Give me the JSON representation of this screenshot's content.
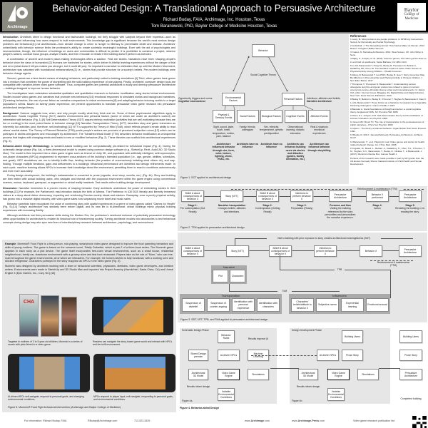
{
  "header": {
    "title": "Behavior-aided Design: A Translational Approach to Persuasive Architecture",
    "author1": "Richard Buday, FAIA, Archimage, Inc.  Houston, Texas",
    "author2": "Tom Baranowski, PhD, Baylor College of Medicine  Houston, Texas",
    "logo_left": "Archimage",
    "logo_right": [
      "Baylor",
      "College of",
      "Medicine"
    ]
  },
  "intro": {
    "heading": "Introduction",
    "text": ": Architects strive to design functional and fashionable buildings, but they struggle with subjects beyond their expertise—such as anticipating and influencing how users respond to built environments. This knowledge gap is significant because the world's most serious design problems are behavioral,[1] not architectural—from climate change to crime to hunger to illiteracy to preventable death and disease. Architects' unfamiliarity with behavior science limits the profession's ability to create societally meaningful buildings. Even with the aid of psychologists and neuroscientists, though, the influence of buildings on users and communities is difficult to predict. It is prohibitive to construct a project, observe people's actions, conduct focus groups, analyze results, and then renovate or rebuild if the building doesn't perform as intended.",
    "p2": "A combination of ancient and modern place-making technologies offers a solution. First are stories. Narratives have been shaping people's behavior since the dawn of humankind.[2] Humans are hardwired for stories, which deliver hi-fidelity learning experiences without the danger of trial and error (what doesn't kill you makes you stronger, but it could kill you). So important is narrative to civilization that, up until the Modern Movement, architecture was saturated with foundational metanarratives,[3] i.e., stories that provide structure for a society's beliefs. Pre-modern buildings were behavior change agents.",
    "p3": "Second, games are a time-tested means of shaping behaviors, and particularly suited to training simulations.[4] Third, video games have grown into a medium that combines the power of storytelling with the skill-building experience of role-playing. Finally, architects' computer design tools are compatible with narrative-driven video game software. Thus, computer games are potential sandboxes to study and develop persuasive architecture—buildings designed to improve human behavior.",
    "p4": "The investigators have undertaken substantial qualitative and quantitative research on behavior modification using storied virtual environments. Studies include video games and narratives that promote new behaviors,[5,6] emotional responses to simulated worlds and background narratives,[7] training behaviors, the use of prose fiction as narrative companions to virtual environments,[8] and adapting behavior-inducing worlds to a target population's needs. Based on twenty years' experience, we present opportunities to translate persuasive video game research into persuasive architectural design theory."
  },
  "background": {
    "heading": "Background",
    "text": ": Science suggests how, when, and why people modify what they think and do. Some of these psychosocial algorithms apply to architecture. Social Cognitive Theory (SCT) asserts environments and personal factors (some of which are under an architect's control) are interrelated with behavior (Fig. 1).[9] Self Determination Theory (SDT) argues intrinsic motivation (activities that are self-motivating because they are fun or exciting) is the most potent factor in behavior change.[10] Narrative Transportation Theory (NTT) describes story and game immersion as inherently fun activities (and, therefore, self-motivating).[11] NTT is supported by Theory of Mind (ToM), which reflects people's innate ability to read others' mental states. The Theory of Planned Behavior (TPB) posits people's actions are products of perceived subjective norms,[12] which can be portrayed in stories and games and encouraged by architecture. The Transtheoretical Model (TTM) describes behavior modification as a sequential process that begins with changing minds and leads to new or modified behaviors (Fig. 2). These theories can scaffold into architectural experiences (Fig. 3)."
  },
  "method": {
    "heading": "Behavior-aided Design Methodology",
    "text": ": A narrative-based building can be computationally pre-tested for behavioral impact (Fig. 4). During the schematic design phase (Fig. 4a), a three-dimensional model is created using common design software (e.g., SketchUp, Revit, AutoCAD, 3D Studio Max). The model is then imported into a video game engine such as Unreal or Unity 3D, and populated with artificially intelligent, anthropomorphic, non-player characters (NPCs) programmed to represent cross-sections of the building's intended population (i.e., age, gender, abilities, schedules, and goals). NPC simulations are run to identify traffic flow, herding behavior (the practice of unconsciously imitating what others do), and way-finding. Through multiple iterations, gaps and deficiencies in a building's behavioral performance are identified and design refinements made. In each cycle, machine learning allows NPCs to increase their knowledge about the environment, permitting them to react to conditions autonomously and ever more accurately.",
    "p2": "During design development, the building's metanarrative is converted to prose (vignette, short story, novella, etc.) (Fig. 4b). Story and building are then tested with actual building users, who navigate and interact with the proposed environment within the game engine using conventional screens, mouse, keyboard, gamepad, or augmented or virtual reality headsets. Test results refine building design development."
  },
  "discussion": {
    "heading": "Discussion",
    "text": ": Narrative immersion is a proven means of shaping behavior. Early architects understood the power of embedding stories in their buildings.[13] For example, the Parthenon's east elevation depicts the birth of Athena. The Parthenon in 430 BCE literally and literarily immersed visitors in a story about divine democracy, imparting and reinforcing Grecian society ideals and wisdom. Gameplay, once a purely physical activity, has grown into a massive digital industry, with video game sales now surpassing movie ticket and music sales.",
    "p2": "Behavior scientists have recognized the value of combining story with spatial experiences in a genre of video games called \"Games for Health\" (Fig. 5).[14] Today's architecture has similarly been reborn digital, and its new life is bi-directional: virtual buildings mimic physical building experiences with increasing fidelity.",
    "p3": "Although architects lost their persuasive skills during the Modern Era, the profession's newfound embrace of potentially persuasive technology offers opportunities for architecture to reclaim its historical role of transforming society. Turning architects' models into laboratories to test behavioral concepts during design may also spur new lines of interdisciplinary research between architecture, psychology, and neuroscience."
  },
  "example": {
    "heading": "Example",
    "text": ": Mommio® Food Fight is a first-person, role-playing, smartphone video game designed to improve the food parenting behaviors and skills of young mothers. The game is based on the romance novel, Totally Fodsetter, which is part 2 of a three-book series. The Mommio game appears in each story as a plot device. The game itself incorporates free-roam virtual environments, such as a small house, residential neighborhood, family car, downtown environment with a grocery store and fast food restaurant. Players take on the role of \"Mom,\" who can free-roam throughout the game environments, all of which are interactive. For example, the home's kitchen is fully functional, with a working oven and stocked refrigerator. Characters portrayed in the story reappear as NPCs in the video game (Fig. 5).",
    "p2": "Mommio was designed by architects working with a team of behavioral scientists, physicians, dietitians, video game developers, and creative writers. Environments were made in SketchUp and 3D Studio Max and imported into Project Anarchy (Havok/Intel, Santa Clara, CA) and Unreal Engine 4 (Epic Games, Inc., Cary, NC).[15]",
    "captions": [
      "Targeted to mothers of 3 to 5-year-old children, Mommio is a series of novels with plots linked to a video game.",
      "Readers can navigate the story-based game world and interact with NPCs and the built environment.",
      "AI-driven NPCs self-navigate, respond to personal goals, and changing environmental conditions.",
      "NPCs respond to player input, self-navigate, responding to personal goals, and environmental conditions."
    ],
    "book_title": "CHA",
    "figure_caption": "Figure 5. Mommio® Food Fight behavioral intervention (Archimage and Baylor College of Medicine)"
  },
  "fig1": {
    "behavior": "Behavior",
    "sct": "Social Cognitive Theory",
    "env": "Environmental Factors",
    "personal": "Personal Factors",
    "left_note": "Opportunity, triggers and norms",
    "left_note_bold": "Cognitive neuroscience",
    "right_note": "Intentions, attitudes and beliefs",
    "right_note_bold": "Narrative architecture",
    "factors": [
      {
        "label": "Physical & Sensory Events",
        "desc": "Sight, sound, taste, touch, smell, temperature, motion, pain, balance",
        "impact": "Architecture influences behavior through size, form, color, texture, lighting, views, HVAC, etc."
      },
      {
        "label": "Social Factors",
        "desc": "Family, friends, colleagues",
        "impact": "Architects have no influence"
      },
      {
        "label": "Biological Factors",
        "desc": "Sex, ethnicity, temperament, genetic predisposition",
        "impact": "Architects have no influence"
      },
      {
        "label": "Cognitive Events",
        "desc": "Observational learning, didactic education",
        "impact": "Architects can influence building users via stories and didactics (guides, facility orientation, etc.)"
      },
      {
        "label": "Affective Events",
        "desc": "Real & vicarious emotional experiences",
        "impact": "Architecture can influence behavior through storytelling"
      }
    ],
    "caption": "Figure 1. SCT applied to architectural design"
  },
  "fig2": {
    "loop": "Reinforcement & maintenance (TTM)",
    "boxes": [
      "Belief A about consequences of behavior X",
      "Story (NTT)",
      "Belief B about consequences of behavior X",
      "Intentions to perform behavior X",
      "Persuasive Architecture",
      "Behavior X performed",
      "Persuasive Architecture"
    ],
    "stages": [
      {
        "t": "Stage 1:",
        "d": "Pre contemplation (Not Ready)"
      },
      {
        "t": "Narrative transportation",
        "d": "Changes beliefs, attitudes and intentions."
      },
      {
        "t": "Stage 2:",
        "d": "Contemplation (Getting Ready)"
      },
      {
        "t": "Stage 3:",
        "d": "Preparation (Ready)"
      },
      {
        "t": "Presence and flow",
        "d": "Visiting the building referenced by the story personifies and personalizes the narrative experience."
      },
      {
        "t": "Stage 4:",
        "d": "Action"
      },
      {
        "t": "Stage 5:",
        "d": "Revisiting the building or re-reading the story."
      }
    ],
    "caption": "Figure 2. TTM applied to persuasive architectural design"
  },
  "fig3": {
    "top": "Visit to building with prior exposure to story creates architectural meaningfulness (SDT)",
    "boxes": [
      "Belief A about consequences of behavior X",
      "Story (NTT)",
      "Belief B about consequences of behavior X",
      "Intention to perform behavior X",
      "Behavior X",
      "Persuasive Architecture"
    ],
    "loop": "Reinforcement & maintenance (TTM)",
    "narrative": "Narrative",
    "plot": "Plot",
    "characters": "Characters",
    "tpb": "TPB",
    "tom": "ToM",
    "transportation": "Transportation",
    "trans_items": [
      "Suspension of disbelief",
      "Suspension of counter-arguing",
      "Identification with personal experience",
      "Identification with characters"
    ],
    "influencers": "Influencers",
    "infl_items": [
      "Characters' beliefs/attitude to behavior X",
      "Subjective norms",
      "Experiential learning",
      "Emotional arousal"
    ],
    "caption": "Figure 3. SDT, NTT, TPB, and ToM applied to persuasive architectural design"
  },
  "fig4": {
    "a": {
      "title": "Schematic Design Phase",
      "rules": "Behavior Rules",
      "results_ai": "Results improve AI",
      "stored": "Stored Design premise",
      "npcs": "AI-driven NPCs",
      "ml": "Machine Learning",
      "model": "Architectural 3D Model",
      "engine": "Video Game Engine",
      "sim": "Simulations",
      "inform": "Results inform design",
      "env": "Variable Environmental Conditions",
      "label": "Figure 4a."
    },
    "b": {
      "title": "Design Development Phase",
      "users": "Building Users",
      "npcs": "AI-driven NPCs",
      "story": "Prose Story",
      "model": "Architectural 3D Model",
      "engine": "Video Game Engine",
      "sim": "Simulations",
      "inform": "Results inform design",
      "env": "Variable Environmental Conditions",
      "label": "Figure 4b."
    },
    "c": {
      "users": "Building Users",
      "story": "Prose Story",
      "arch": "Persuasive Architecture",
      "label": "Completed building"
    },
    "caption": "Figure 4. Behavior-aided Design"
  },
  "references": {
    "heading": "References",
    "items": [
      "1 Leary, M. Most problems are people problems. In SPSP.org Connections. Society for Personality and Social Psychology.",
      "2 Gottschall, J. The Storytelling Animal: How Stories Make Us Human. 2012. Boston: Houghton Mifflin Harcourt.",
      "3 Coates, N. Narrative Architecture. 2012. West Sussex, UK: John Wiley & Sons.",
      "4 Rigby, S., & Ryan, R. M. (2011). Glued to games: how video games draw us in and hold us spellbound. Santa Barbara, CA: ABC-CLIO.",
      "5 Lu AS, Baranowski T, Hong SL, Buday R, Thompson D, Beltran A, Dadabhoy HR, Chen TA. The Narrative Impact of Active Video Games on Physical Activity Among Children. J Health Commun.",
      "6 Wang JJ, Baranowski T, Lau PWC, Buday R, Gao Y. Story Immersion May Be Effective in Promoting Diet and Physical Activity in Chinese Children. J Nutr Educ Behav. 2017.",
      "7 Thompson V, Thompson D, Baranowski T. Understanding serious videogame storyline and genre preferences related to game immersion among low-income ethnically diverse urban and rural adolescents. In: Evans CM, editor. Internet Issues: Blogging, the Digital Divide and Digital Libraries. New York: Nova Science Publishers; 2010.",
      "8 Buday R, Beltran A, Buday R, O'Connor T, Hughes S, Baranowski J, Dieu C, Lu AS, Baranowski T. Prose Fiction as a Narrative Companion for a Vegetable Parenting Videogame. Games Health J. 2015.",
      "9 Bandura A. Social foundations of thought and action: a social cognitive theory. Englewood Cliffs, NJ: Prentice-Hall; 1986.",
      "10 Deci, E.L. & Ryan, R.M. Self-determination theory and the facilitation of intrinsic motivation. Am Psychol. 2000.",
      "11 Green MC, Brock TC. The role of transportation in the persuasiveness of public narratives. J Pers Soc Psychol. 2000.",
      "12 Ajzen I. The theory of planned behavior. Organ Behav Hum Decis Process. 1991.",
      "13 Buday, R. (2017, January/February). Persuasive Architecture. Architect, 64-67.",
      "14 Baranowski, T., et al. Playing for real: Video games and stories for health-related behavior change. Am J Prev Med. 2008.",
      "15 Ugalde, M., Brand, L., Beltran, A., Dadabhoy, H., Chen, T.A., O'Connor, T. M., Hughes, S.O., Baranowski, T., Buday, R., Nicklas, T., & Baranowski, J. (2017). Mommio's Recipe Box. Games Health J."
    ],
    "funding": "Portions of this research were made possible in part by NIH grants from the US Eunice Kennedy Shriver National Institute of Child Health and Human Development."
  },
  "footer": {
    "contact": "For information: Richard Buday, FAIA",
    "email": "RBuday@Archimage.com",
    "phone": "713-523-3425",
    "site1_pre": "www.",
    "site1_bold": "Archimage",
    ".com": ".com",
    "site1_post": ".com",
    "site2_pre": "www.",
    "site2_bold": "Archimage-Press",
    "site2_post": ".com",
    "qr_label": "Video game research publication list:"
  }
}
